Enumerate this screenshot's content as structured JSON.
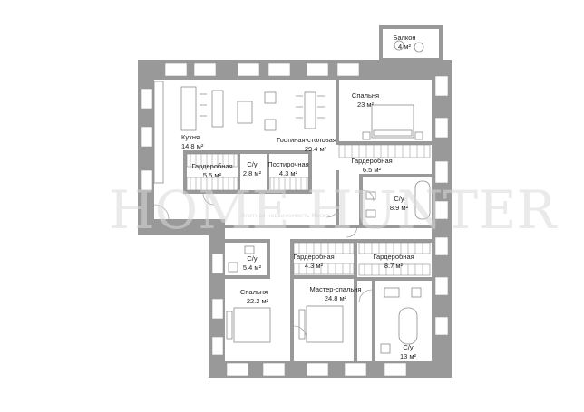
{
  "rooms": [
    {
      "id": "balcony",
      "name": "Балкон",
      "area": "4 м²"
    },
    {
      "id": "kitchen",
      "name": "Кухня",
      "area": "14.8 м²"
    },
    {
      "id": "living",
      "name": "Гостиная-столовая",
      "area": "29.4 м²"
    },
    {
      "id": "bedroom-ne",
      "name": "Спальня",
      "area": "23 м²"
    },
    {
      "id": "wardrobe-c",
      "name": "Гардеробная",
      "area": "5.5 м²"
    },
    {
      "id": "wc-c",
      "name": "С/у",
      "area": "2.8 м²"
    },
    {
      "id": "laundry",
      "name": "Постирочная",
      "area": "4.3 м²"
    },
    {
      "id": "wardrobe-ne",
      "name": "Гардеробная",
      "area": "6.5 м²"
    },
    {
      "id": "wc-ne",
      "name": "С/у",
      "area": "8.9 м²"
    },
    {
      "id": "wc-w",
      "name": "С/у",
      "area": "5.4 м²"
    },
    {
      "id": "wardrobe-s",
      "name": "Гардеробная",
      "area": "4.3 м²"
    },
    {
      "id": "wardrobe-se",
      "name": "Гардеробная",
      "area": "8.7 м²"
    },
    {
      "id": "bedroom-sw",
      "name": "Спальня",
      "area": "22.2 м²"
    },
    {
      "id": "master",
      "name": "Мастер-спальня",
      "area": "24.8 м²"
    },
    {
      "id": "wc-se",
      "name": "С/у",
      "area": "13 м²"
    }
  ],
  "watermark": {
    "main": "HOME HUNTER",
    "sub": "Элитная недвижимость Москвы"
  },
  "colors": {
    "wall": "#999999",
    "window": "#ffffff",
    "furniture": "#8c8c8c",
    "text": "#222222"
  }
}
